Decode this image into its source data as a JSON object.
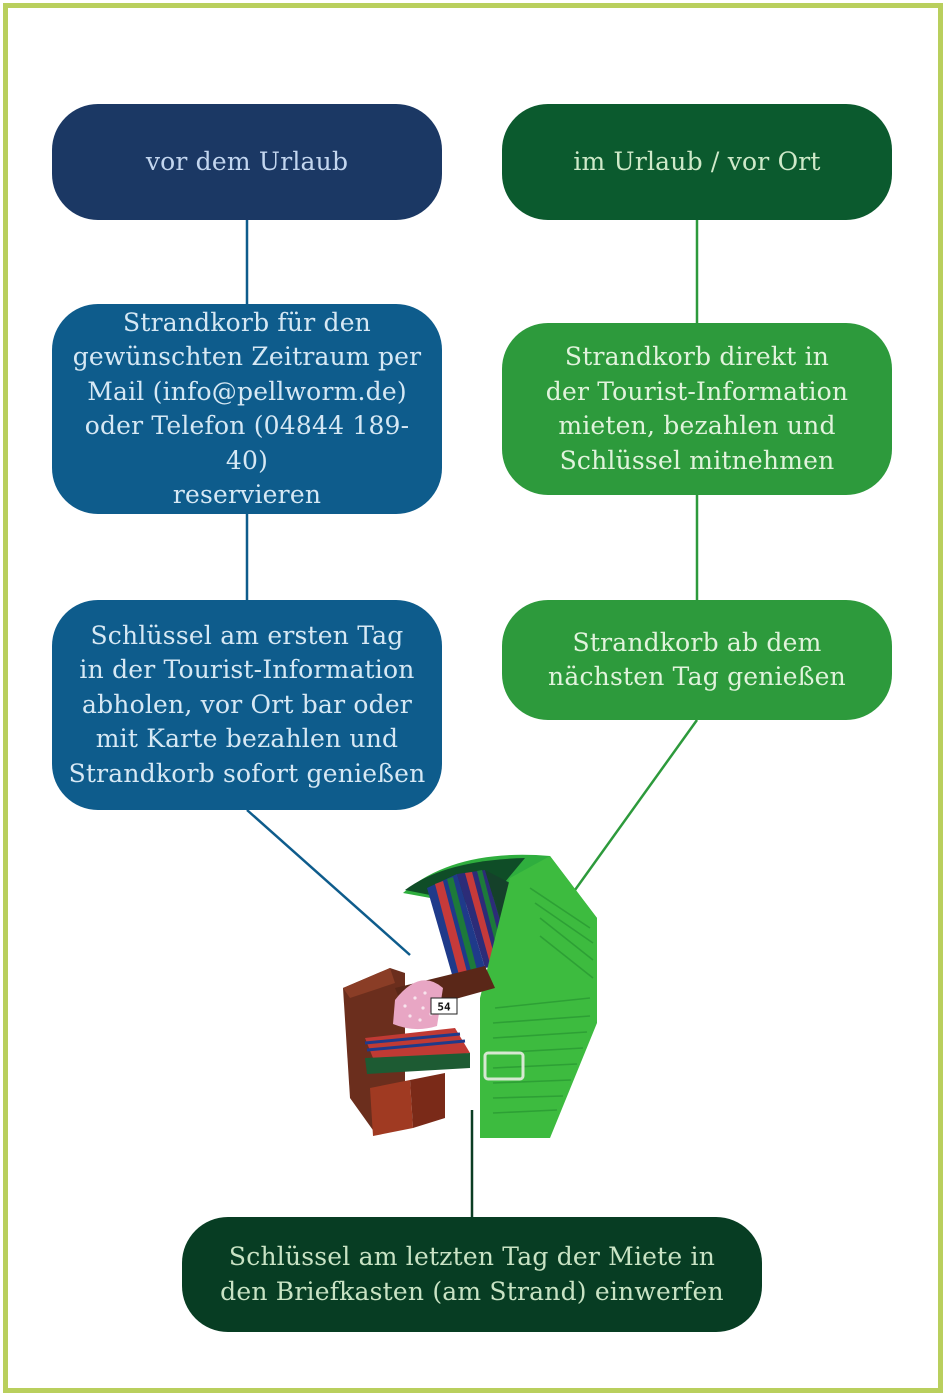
{
  "colors": {
    "frame": "#b9cf5d",
    "head_left": "#1b3864",
    "head_right": "#0b5a2e",
    "step_left": "#0e5c8c",
    "step_right": "#2d9a3c",
    "final": "#073d23",
    "line_left": "#0e5c8c",
    "line_right": "#2d9a3c",
    "line_bottom": "#0b3d23"
  },
  "headers": {
    "left": "vor dem Urlaub",
    "right": "im Urlaub / vor Ort"
  },
  "steps": {
    "left_1": "Strandkorb für den\ngewünschten Zeitraum per\nMail (info@pellworm.de)\noder Telefon (04844 189-40)\nreservieren",
    "left_2": "Schlüssel am ersten Tag\nin der Tourist-Information\nabholen, vor Ort bar oder\nmit Karte bezahlen und\nStrandkorb sofort genießen",
    "right_1": "Strandkorb direkt in\nder Tourist-Information\nmieten, bezahlen und\nSchlüssel mitnehmen",
    "right_2": "Strandkorb ab dem\nnächsten Tag genießen"
  },
  "final": "Schlüssel am letzten Tag der Miete in\nden Briefkasten (am Strand) einwerfen",
  "illustration": {
    "icon": "beach-chair-icon",
    "number": "54"
  }
}
